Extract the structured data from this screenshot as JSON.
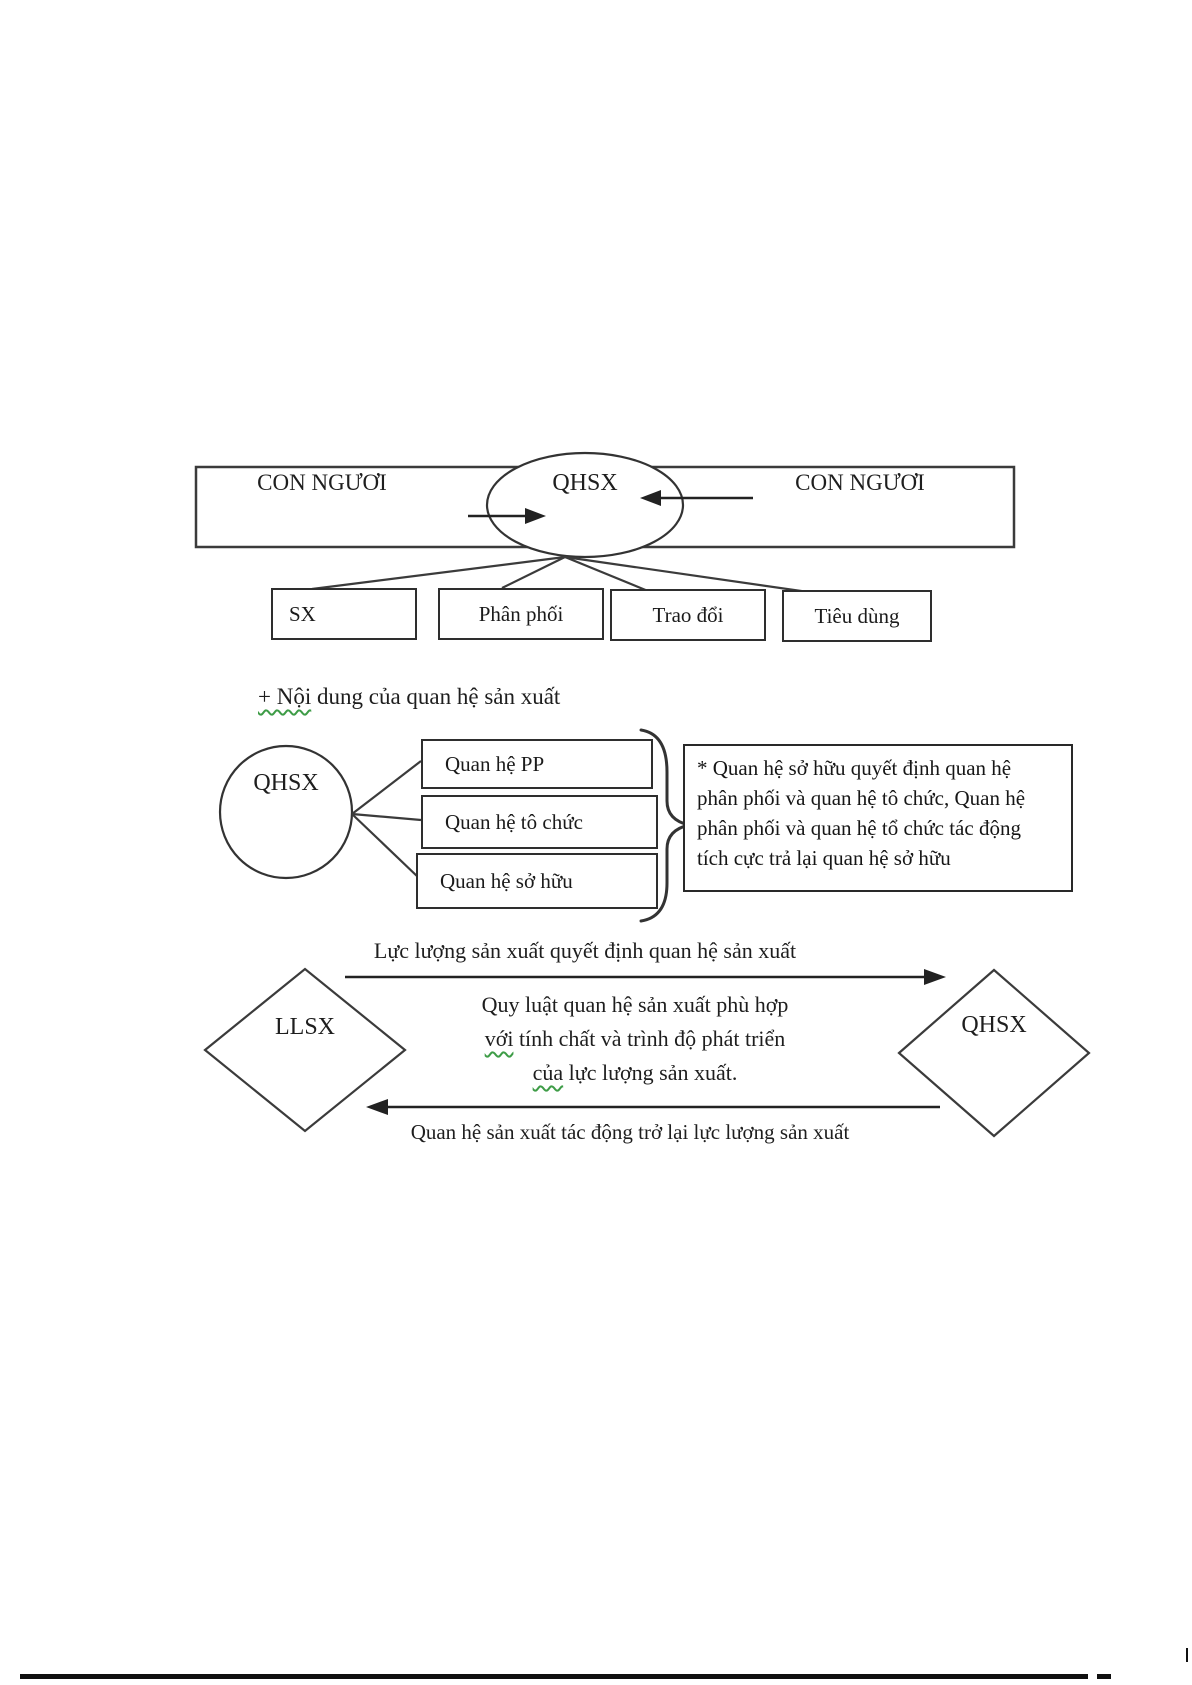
{
  "colors": {
    "ink": "#1c1c1c",
    "line": "#3b3b3b",
    "wavy_underline": "#3e9c47",
    "background": "#ffffff"
  },
  "top_diagram": {
    "left_box_label": "CON NGƯƠI",
    "right_box_label": "CON NGƯƠI",
    "ellipse_label": "QHSX",
    "process_boxes": [
      "SX",
      "Phân phối",
      "Trao đổi",
      "Tiêu dùng"
    ]
  },
  "content_diagram": {
    "heading": {
      "wavy": "+ Nội",
      "rest": " dung của quan hệ sản xuất"
    },
    "circle_label": "QHSX",
    "relation_boxes": [
      "Quan hệ PP",
      "Quan hệ tô chức",
      "Quan hệ sở hữu"
    ],
    "note_lines": [
      "* Quan hệ sở hữu quyết định quan hệ",
      "phân phối và quan hệ tô chức, Quan hệ",
      "phân phối và quan hệ tổ chức tác động",
      "tích cực trả lại quan hệ sở hữu"
    ]
  },
  "law_diagram": {
    "left_diamond_label": "LLSX",
    "right_diamond_label": "QHSX",
    "top_arrow_label": "Lực lượng sản xuất quyết định quan hệ sản xuất",
    "middle_lines": [
      {
        "wavy": "",
        "rest": "Quy luật quan hệ sản xuất phù hợp"
      },
      {
        "wavy": "với",
        "rest": " tính chất và trình độ phát triển"
      },
      {
        "wavy": "của",
        "rest": " lực lượng sản xuất."
      }
    ],
    "bottom_arrow_label": "Quan hệ sản xuất tác động trở lại lực lượng sản xuất"
  }
}
